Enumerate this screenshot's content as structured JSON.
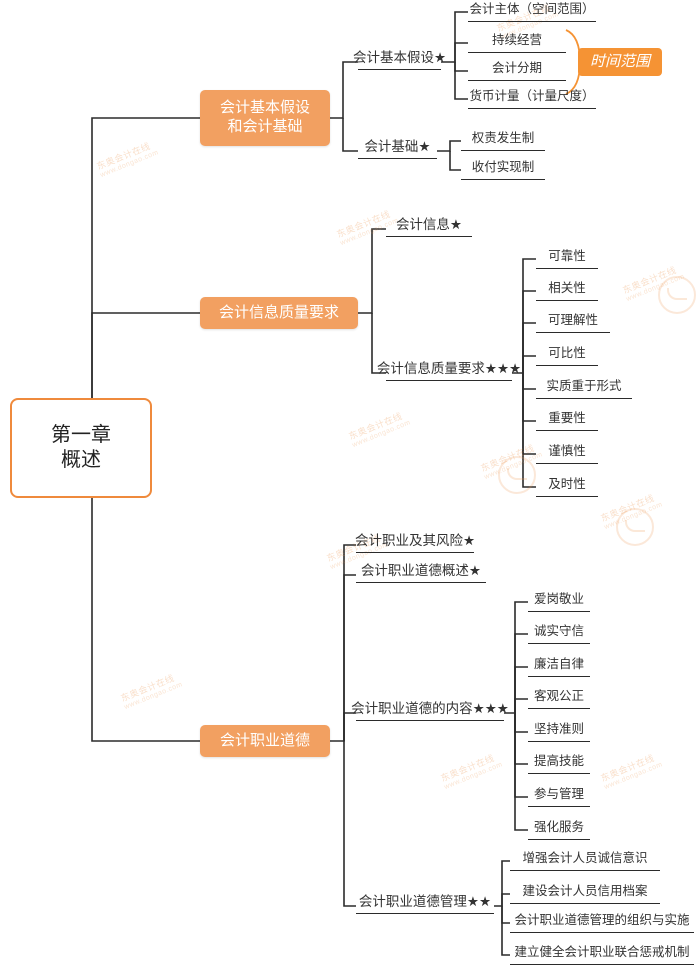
{
  "diagram": {
    "type": "mind-map",
    "root": {
      "label": "第一章\n概述"
    },
    "colors": {
      "accent": "#f2a061",
      "root_border": "#ef8a3c",
      "tag": "#f59334",
      "line": "#2b2b2b"
    },
    "branches": [
      {
        "label": "会计基本假设\n和会计基础",
        "children": [
          {
            "label": "会计基本假设★",
            "children": [
              {
                "label": "会计主体（空间范围）"
              },
              {
                "label": "持续经营"
              },
              {
                "label": "会计分期"
              },
              {
                "label": "货币计量（计量尺度）"
              }
            ],
            "tag": "时间范围"
          },
          {
            "label": "会计基础★",
            "children": [
              {
                "label": "权责发生制"
              },
              {
                "label": "收付实现制"
              }
            ]
          }
        ]
      },
      {
        "label": "会计信息质量要求",
        "children": [
          {
            "label": "会计信息★",
            "children": []
          },
          {
            "label": "会计信息质量要求★★★",
            "children": [
              {
                "label": "可靠性"
              },
              {
                "label": "相关性"
              },
              {
                "label": "可理解性"
              },
              {
                "label": "可比性"
              },
              {
                "label": "实质重于形式"
              },
              {
                "label": "重要性"
              },
              {
                "label": "谨慎性"
              },
              {
                "label": "及时性"
              }
            ]
          }
        ]
      },
      {
        "label": "会计职业道德",
        "children": [
          {
            "label": "会计职业及其风险★",
            "children": []
          },
          {
            "label": "会计职业道德概述★",
            "children": []
          },
          {
            "label": "会计职业道德的内容★★★",
            "children": [
              {
                "label": "爱岗敬业"
              },
              {
                "label": "诚实守信"
              },
              {
                "label": "廉洁自律"
              },
              {
                "label": "客观公正"
              },
              {
                "label": "坚持准则"
              },
              {
                "label": "提高技能"
              },
              {
                "label": "参与管理"
              },
              {
                "label": "强化服务"
              }
            ]
          },
          {
            "label": "会计职业道德管理★★",
            "children": [
              {
                "label": "增强会计人员诚信意识"
              },
              {
                "label": "建设会计人员信用档案"
              },
              {
                "label": "会计职业道德管理的组织与实施"
              },
              {
                "label": "建立健全会计职业联合惩戒机制"
              }
            ]
          }
        ]
      }
    ],
    "watermark": {
      "text": "东奥会计在线",
      "sub": "www.dongao.com"
    }
  }
}
